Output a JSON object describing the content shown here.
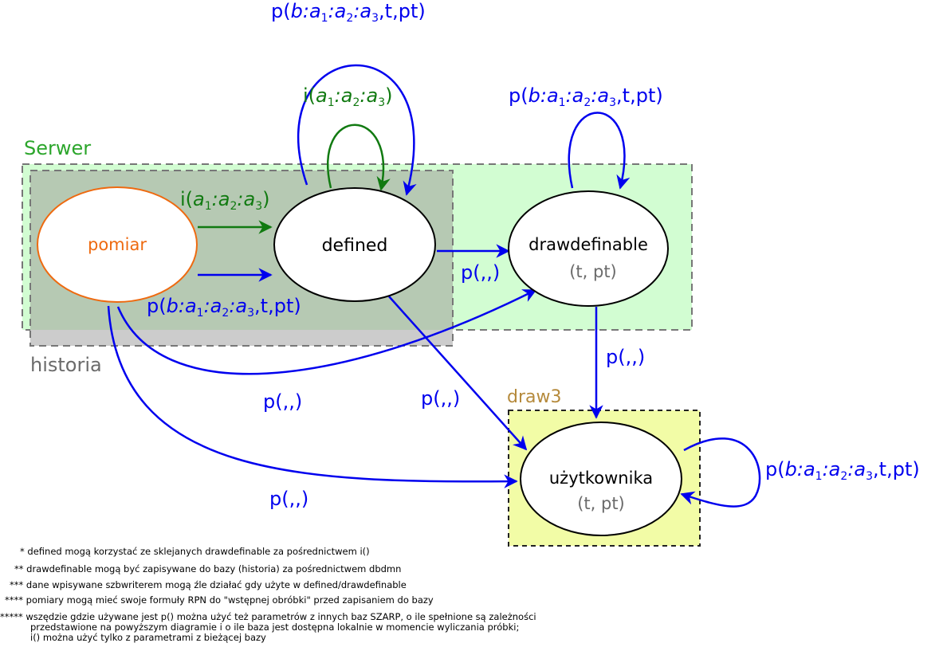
{
  "regions": {
    "serwer": "Serwer",
    "historia": "historia",
    "draw3": "draw3"
  },
  "nodes": {
    "pomiar": "pomiar",
    "defined": "defined",
    "drawdefinable": "drawdefinable",
    "drawdefinable_sub": "(t, pt)",
    "uzytkownika": "użytkownika",
    "uzytkownika_sub": "(t, pt)"
  },
  "edges": {
    "p_pomiar_defined": {
      "p": "p(",
      "b": "b:",
      "a1": "a",
      "s1": "1",
      "c1": ":",
      "a2": "a",
      "s2": "2",
      "c2": ":",
      "a3": "a",
      "s3": "3",
      "rest": ",t,pt)"
    },
    "i_pomiar_defined": {
      "i": "i(",
      "a1": "a",
      "s1": "1",
      "c1": ":",
      "a2": "a",
      "s2": "2",
      "c2": ":",
      "a3": "a",
      "s3": "3",
      "close": ")"
    },
    "i_defined_self": {
      "i": "i(",
      "a1": "a",
      "s1": "1",
      "c1": ":",
      "a2": "a",
      "s2": "2",
      "c2": ":",
      "a3": "a",
      "s3": "3",
      "close": ")"
    },
    "p_defined_self": {
      "p": "p(",
      "b": "b:",
      "a1": "a",
      "s1": "1",
      "c1": ":",
      "a2": "a",
      "s2": "2",
      "c2": ":",
      "a3": "a",
      "s3": "3",
      "rest": ",t,pt)"
    },
    "p_drawdef_self": {
      "p": "p(",
      "b": "b:",
      "a1": "a",
      "s1": "1",
      "c1": ":",
      "a2": "a",
      "s2": "2",
      "c2": ":",
      "a3": "a",
      "s3": "3",
      "rest": ",t,pt)"
    },
    "p_uzyt_self": {
      "p": "p(",
      "b": "b:",
      "a1": "a",
      "s1": "1",
      "c1": ":",
      "a2": "a",
      "s2": "2",
      "c2": ":",
      "a3": "a",
      "s3": "3",
      "rest": ",t,pt)"
    },
    "p_defined_drawdef": "p(,,)",
    "p_drawdef_uzyt": "p(,,)",
    "p_defined_uzyt": "p(,,)",
    "p_pomiar_drawdef": "p(,,)",
    "p_pomiar_uzyt": "p(,,)"
  },
  "notes": [
    "* defined mogą korzystać ze sklejanych drawdefinable za pośrednictwem i()",
    "** drawdefinable mogą być zapisywane do bazy (historia) za pośrednictwem dbdmn",
    "*** dane wpisywane szbwriterem mogą źle działać gdy użyte w defined/drawdefinable",
    "**** pomiary mogą mieć swoje formuły RPN do \"wstępnej obróbki\" przed zapisaniem do bazy",
    "***** wszędzie gdzie używane jest p() można użyć też parametrów z innych baz SZARP, o ile spełnione są zależności",
    "przedstawione na powyższym diagramie i o ile baza jest dostępna lokalnie w momencie wyliczania próbki;",
    "i() można użyć tylko z parametrami z bieżącej bazy"
  ],
  "colors": {
    "blue": "#0000ee",
    "green": "#117a11",
    "orange": "#ee6a10",
    "gray_text": "#6b6b6b",
    "serwer_text": "#2ca62c",
    "draw3_text": "#b58a3c",
    "serwer_fill": "#d2fdd2",
    "historia_fill": "#b6c9b3",
    "historia_bar": "#cccccc",
    "draw3_fill": "#f2fca6"
  }
}
